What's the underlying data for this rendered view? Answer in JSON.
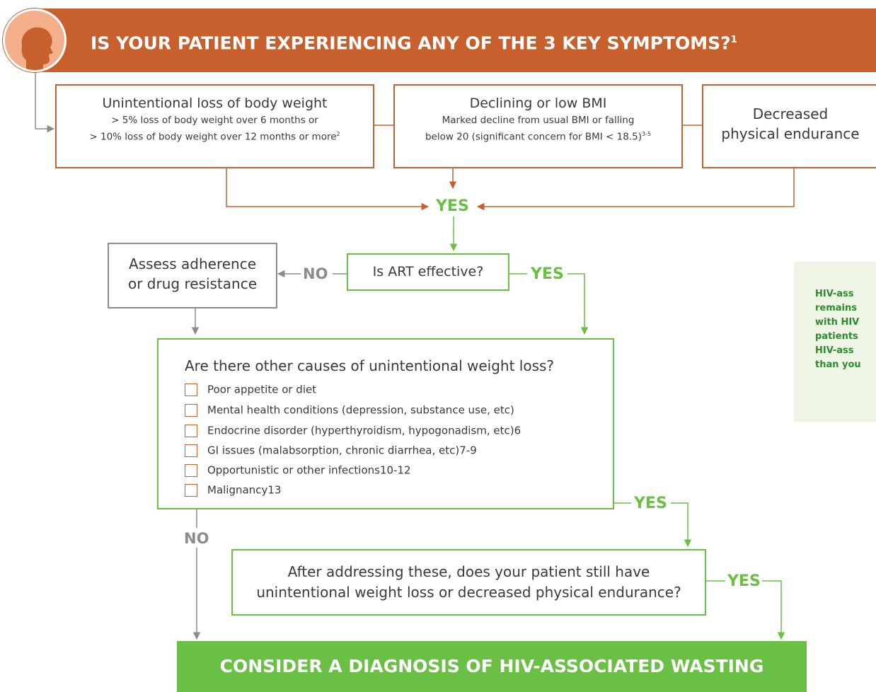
{
  "header": {
    "title": "IS YOUR PATIENT EXPERIENCING ANY OF THE 3 KEY SYMPTOMS?",
    "title_sup": "1"
  },
  "symptoms": [
    {
      "title": "Unintentional loss of body weight",
      "line1": "> 5% loss of body weight over 6 months or",
      "line2": "> 10% loss of body weight over 12 months or more",
      "line2_sup": "2"
    },
    {
      "title": "Declining or low BMI",
      "line1": "Marked decline from usual BMI or falling",
      "line2": "below 20 (significant concern for BMI < 18.5)",
      "line2_sup": "3-5"
    },
    {
      "line1": "Decreased",
      "line2": "physical endurance"
    }
  ],
  "labels": {
    "yes": "YES",
    "no": "NO"
  },
  "art": {
    "question": "Is ART effective?",
    "assess_line1": "Assess adherence",
    "assess_line2": "or drug resistance"
  },
  "causes": {
    "title": "Are there other causes of unintentional weight loss?",
    "items": [
      {
        "label": "Poor appetite or diet",
        "sup": ""
      },
      {
        "label": "Mental health conditions (depression, substance use, etc)",
        "sup": ""
      },
      {
        "label": "Endocrine disorder (hyperthyroidism, hypogonadism, etc)",
        "sup": "6"
      },
      {
        "label": "GI issues (malabsorption, chronic diarrhea, etc)",
        "sup": "7-9"
      },
      {
        "label": "Opportunistic or other infections",
        "sup": "10-12"
      },
      {
        "label": "Malignancy",
        "sup": "13"
      }
    ]
  },
  "after": {
    "line1": "After addressing these, does your patient still have",
    "line2": "unintentional weight loss or decreased physical endurance?"
  },
  "final": {
    "label": "CONSIDER A DIAGNOSIS OF HIV-ASSOCIATED WASTING"
  },
  "side_note": {
    "lines": [
      "HIV-ass",
      "remains",
      "with HIV",
      "patients",
      "HIV-ass",
      "than you"
    ]
  },
  "colors": {
    "orange": "#c8602d",
    "green": "#6abf45",
    "gray": "#8c8c8c",
    "panel": "#eef5e4"
  }
}
